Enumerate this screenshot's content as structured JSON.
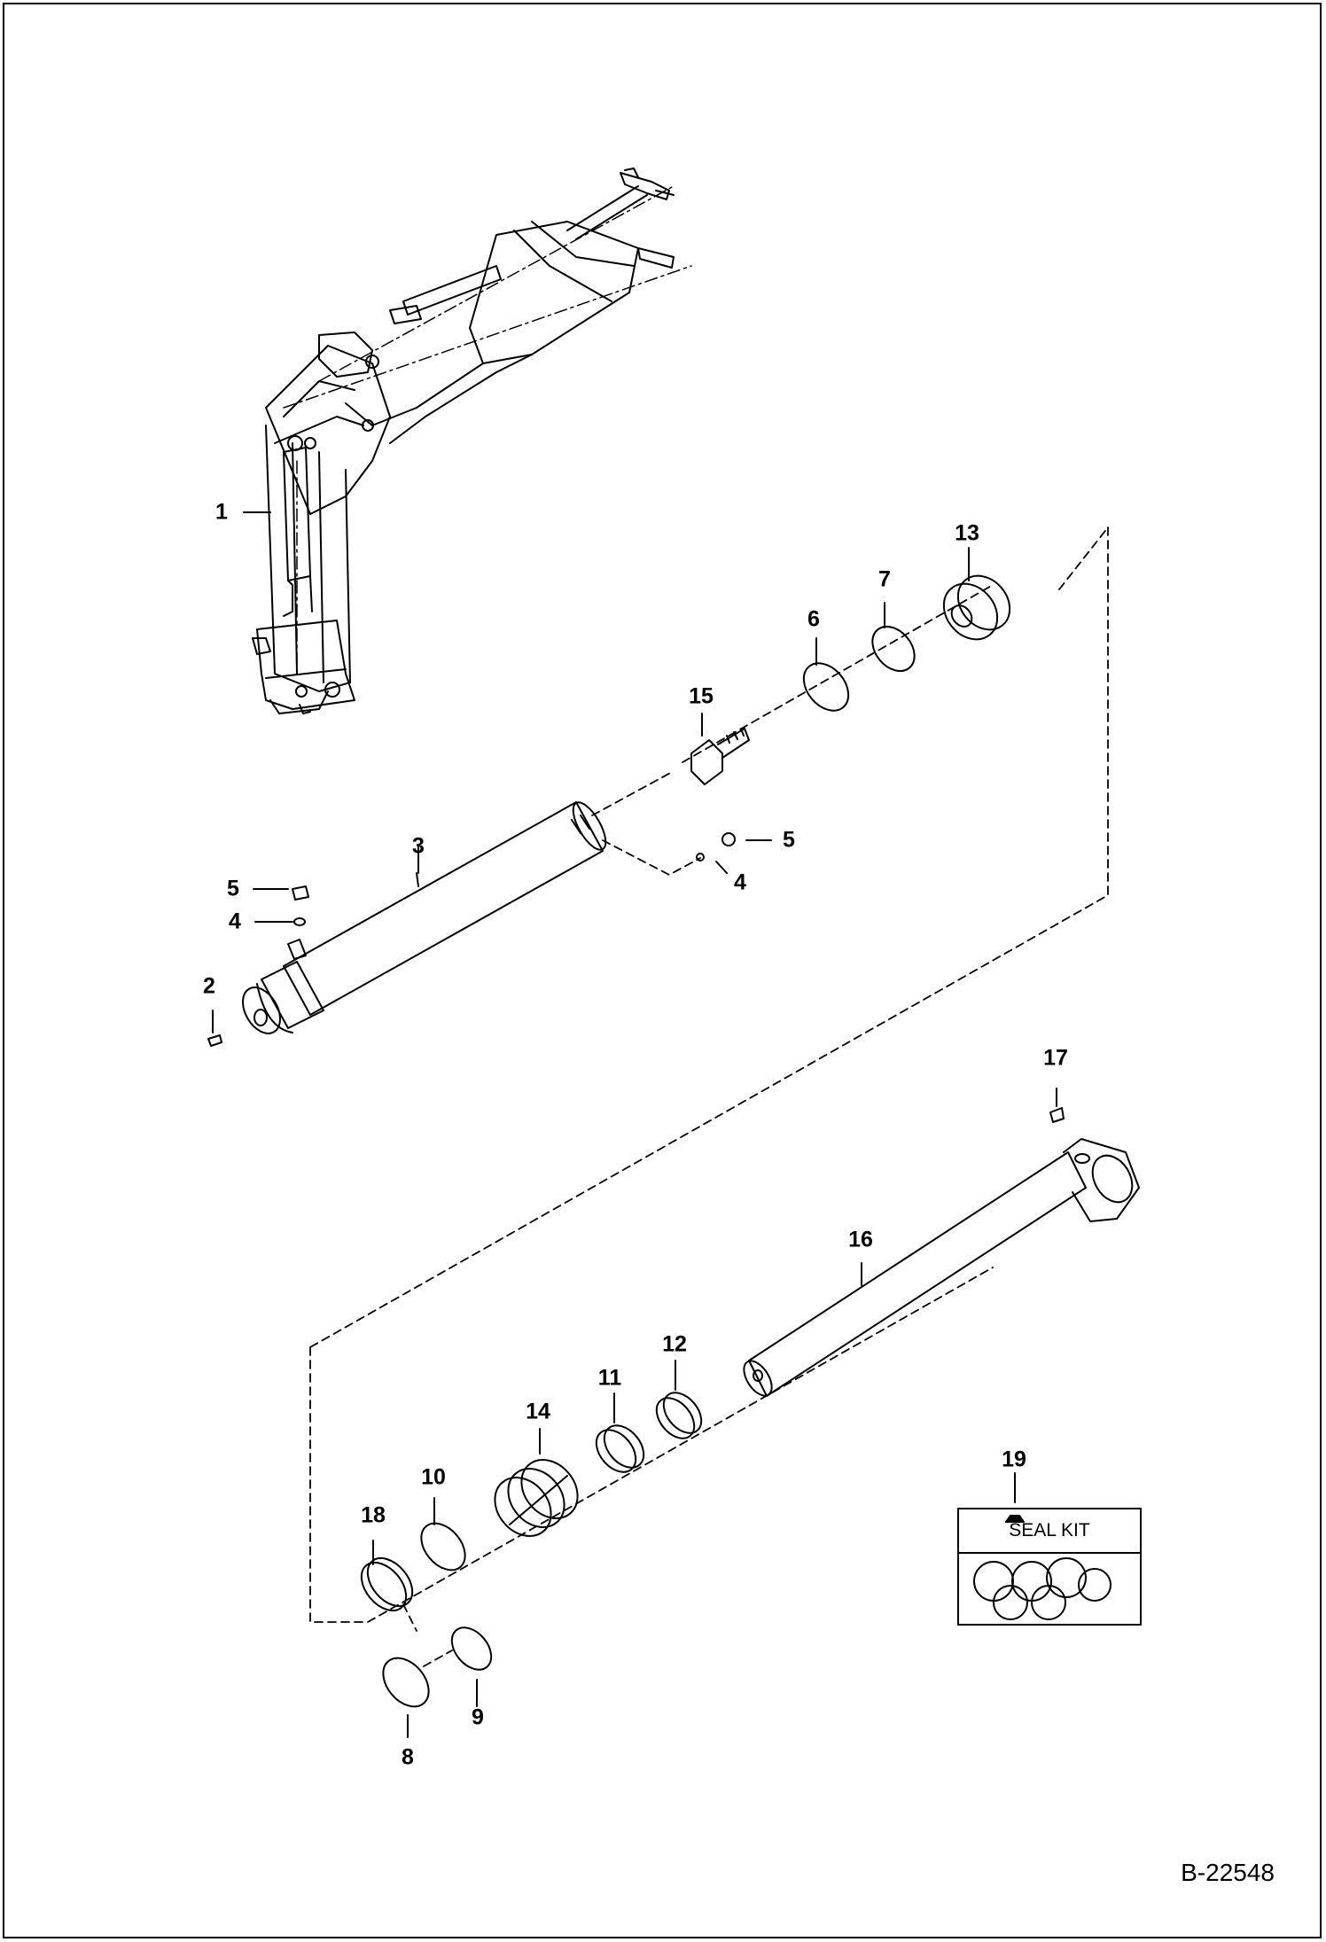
{
  "drawing_number": "B-22548",
  "seal_kit_text": "SEAL KIT",
  "callouts": {
    "c1": "1",
    "c2": "2",
    "c3": "3",
    "c4a": "4",
    "c4b": "4",
    "c5a": "5",
    "c5b": "5",
    "c6": "6",
    "c7": "7",
    "c8": "8",
    "c9": "9",
    "c10": "10",
    "c11": "11",
    "c12": "12",
    "c13": "13",
    "c14": "14",
    "c15": "15",
    "c16": "16",
    "c17": "17",
    "c18": "18",
    "c19": "19"
  }
}
